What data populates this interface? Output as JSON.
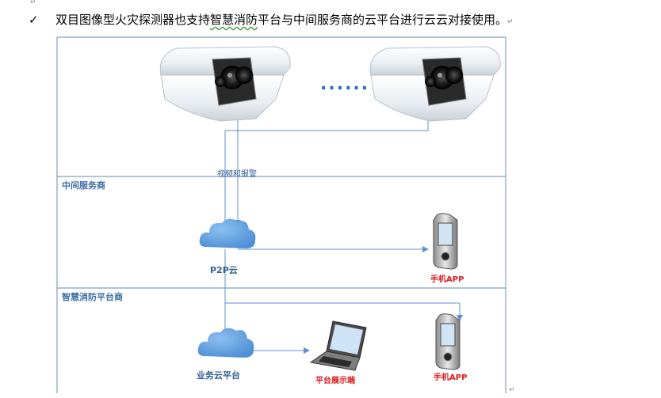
{
  "heading": {
    "check": "✓",
    "text_before": "双目图像型火灾探测器也支持",
    "text_underlined": "智慧消防",
    "text_after": "平台与中间服务商的云平台进行云云对接使用。",
    "end_mark": "↵"
  },
  "diagram": {
    "dots": "......",
    "video_alarm_label": "视频和报警",
    "section_middle": "中间服务商",
    "p2p_cloud_label": "P2P云",
    "phone_app_1": "手机APP",
    "section_platform": "智慧消防平台商",
    "business_cloud_label": "业务云平台",
    "platform_display_label": "平台展示端",
    "phone_app_2": "手机APP",
    "end_mark": "↵"
  },
  "colors": {
    "frame": "#7f9fc4",
    "link": "#5b8fd0",
    "cloud": "#5f9ee0",
    "label_blue": "#2f5f95",
    "label_red": "#e0191c"
  },
  "icons": [
    "camera-icon",
    "cloud-icon",
    "phone-icon",
    "laptop-icon"
  ]
}
